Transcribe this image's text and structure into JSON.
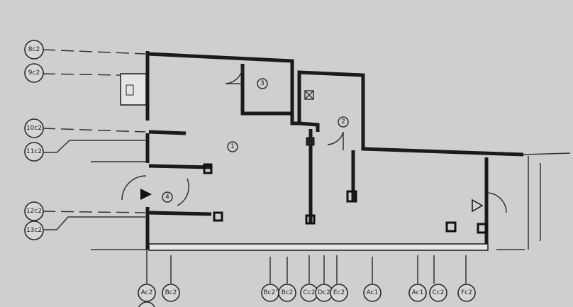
{
  "left_axes": [
    "8c2",
    "9c2",
    "10c2",
    "11c2",
    "12c2",
    "13c2"
  ],
  "bottom_axes": [
    "Ac2",
    "Bc2",
    "Bc2'",
    "Bc2",
    "Cc2",
    "Dc2",
    "Ec2",
    "Ac1",
    "Ac1",
    "Cc2",
    "Fc2"
  ],
  "rooms": [
    "1",
    "2",
    "3",
    "4"
  ]
}
